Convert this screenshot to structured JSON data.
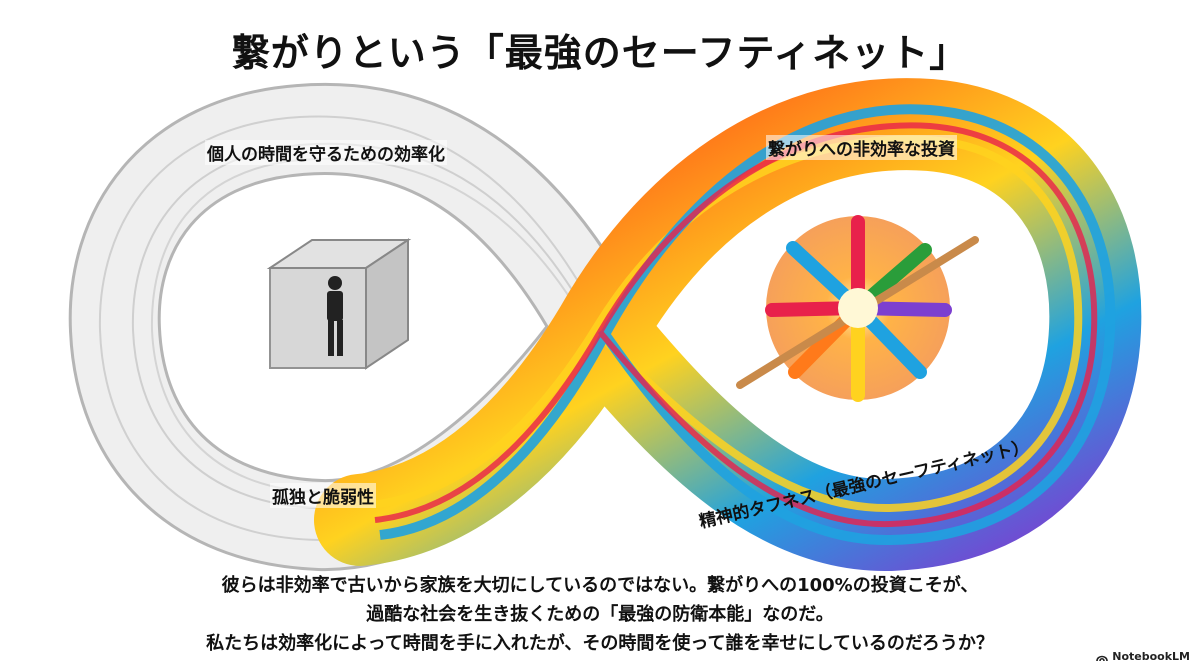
{
  "title": "繋がりという「最強のセーフティネット」",
  "labels": {
    "efficiency": "個人の時間を守るための効率化",
    "investment": "繋がりへの非効率な投資",
    "isolation": "孤独と脆弱性",
    "toughness": "精神的タフネス（最強のセーフティネット）"
  },
  "body": {
    "line1": "彼らは非効率で古いから家族を大切にしているのではない。繋がりへの100%の投資こそが、",
    "line2": "過酷な社会を生き抜くための「最強の防衛本能」なのだ。",
    "line3": "私たちは効率化によって時間を手に入れたが、その時間を使って誰を幸せにしているのだろうか？"
  },
  "brand": {
    "name": "NotebookLM",
    "icon": "notebooklm-logo-icon"
  },
  "colors": {
    "band_white": "#e9e9e9",
    "band_outline": "#b5b5b5",
    "band_rainbow": [
      "#e8214b",
      "#ff7a1a",
      "#ffd21f",
      "#1fa2e0",
      "#7c3fd0"
    ],
    "text": "#111111"
  }
}
